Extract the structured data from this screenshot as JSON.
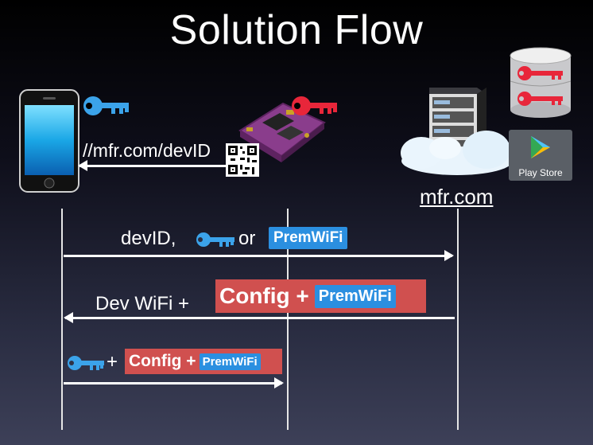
{
  "title": "Solution Flow",
  "device_url": "//mfr.com/devID",
  "server_label": "mfr.com",
  "play_store_label": "Play Store",
  "messages": {
    "m1": {
      "text_before": "devID,",
      "text_after": "or",
      "badge": "PremWiFi"
    },
    "m2": {
      "text": "Dev WiFi +",
      "config": "Config +",
      "badge": "PremWiFi"
    },
    "m3": {
      "plus": "+",
      "config": "Config +",
      "badge": "PremWiFi"
    }
  },
  "colors": {
    "key_blue": "#3ba3ea",
    "key_red": "#e8263a",
    "badge_blue": "#2b8fe0",
    "config_red": "#d0504f"
  },
  "icons": [
    "phone-icon",
    "blue-key-icon",
    "red-key-icon",
    "dev-board-icon",
    "qr-code-icon",
    "server-icon",
    "cloud-icon",
    "database-icon",
    "play-store-icon"
  ]
}
